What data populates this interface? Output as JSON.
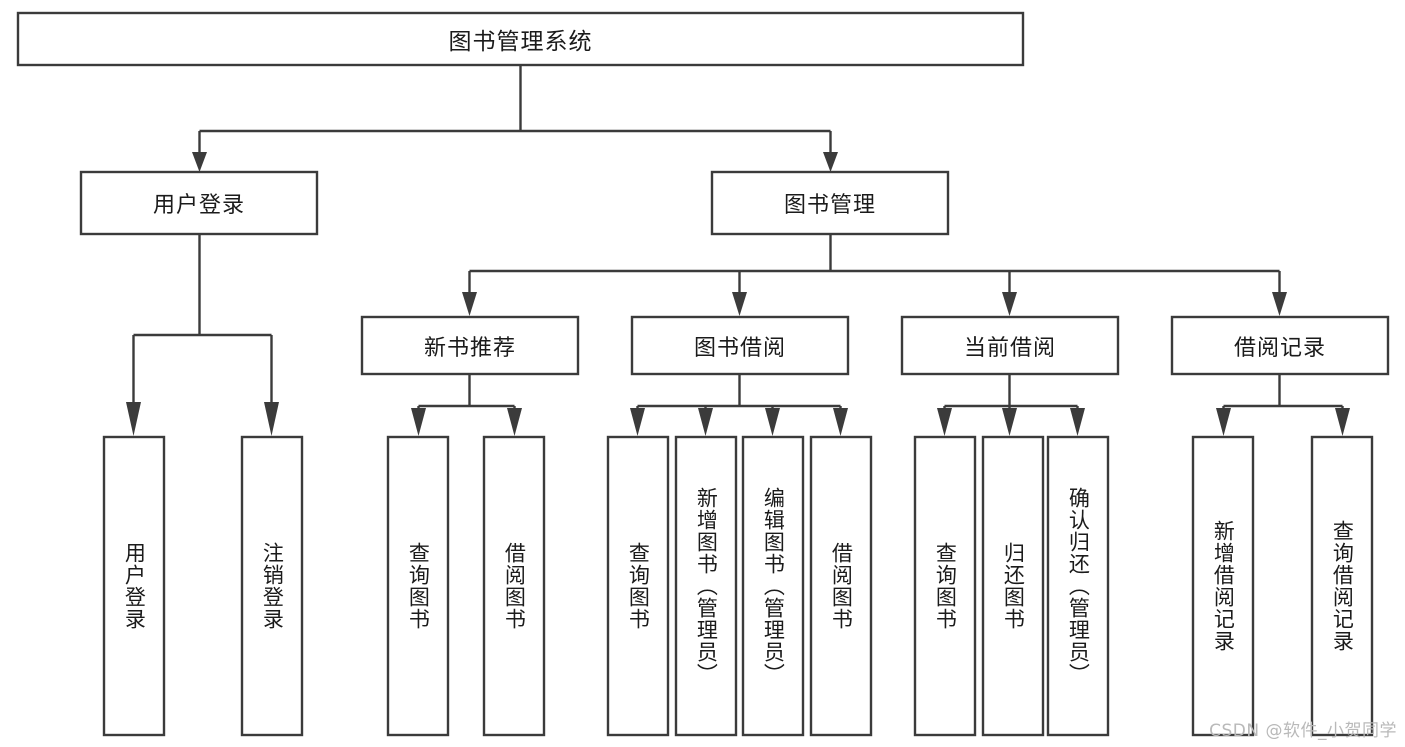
{
  "diagram": {
    "title": "图书管理系统",
    "type": "tree",
    "orientation": "top-down",
    "colors": {
      "background": "#ffffff",
      "box_fill": "#ffffff",
      "box_stroke": "#3b3b3b",
      "text": "#1b1b1b",
      "watermark": "#b9b9b9"
    },
    "root": {
      "label": "图书管理系统"
    },
    "level2": [
      {
        "label": "用户登录"
      },
      {
        "label": "图书管理"
      }
    ],
    "level3": [
      {
        "label": "新书推荐"
      },
      {
        "label": "图书借阅"
      },
      {
        "label": "当前借阅"
      },
      {
        "label": "借阅记录"
      }
    ],
    "leaves": {
      "user_login": [
        {
          "label": "用户登录"
        },
        {
          "label": "注销登录"
        }
      ],
      "new_book_recommend": [
        {
          "label": "查询图书"
        },
        {
          "label": "借阅图书"
        }
      ],
      "book_borrow": [
        {
          "label": "查询图书"
        },
        {
          "label": "新增图书（管理员）"
        },
        {
          "label": "编辑图书（管理员）"
        },
        {
          "label": "借阅图书"
        }
      ],
      "current_borrow": [
        {
          "label": "查询图书"
        },
        {
          "label": "归还图书"
        },
        {
          "label": "确认归还（管理员）"
        }
      ],
      "borrow_record": [
        {
          "label": "新增借阅记录"
        },
        {
          "label": "查询借阅记录"
        }
      ]
    }
  },
  "watermark": {
    "text": "CSDN @软件_小贺同学"
  }
}
